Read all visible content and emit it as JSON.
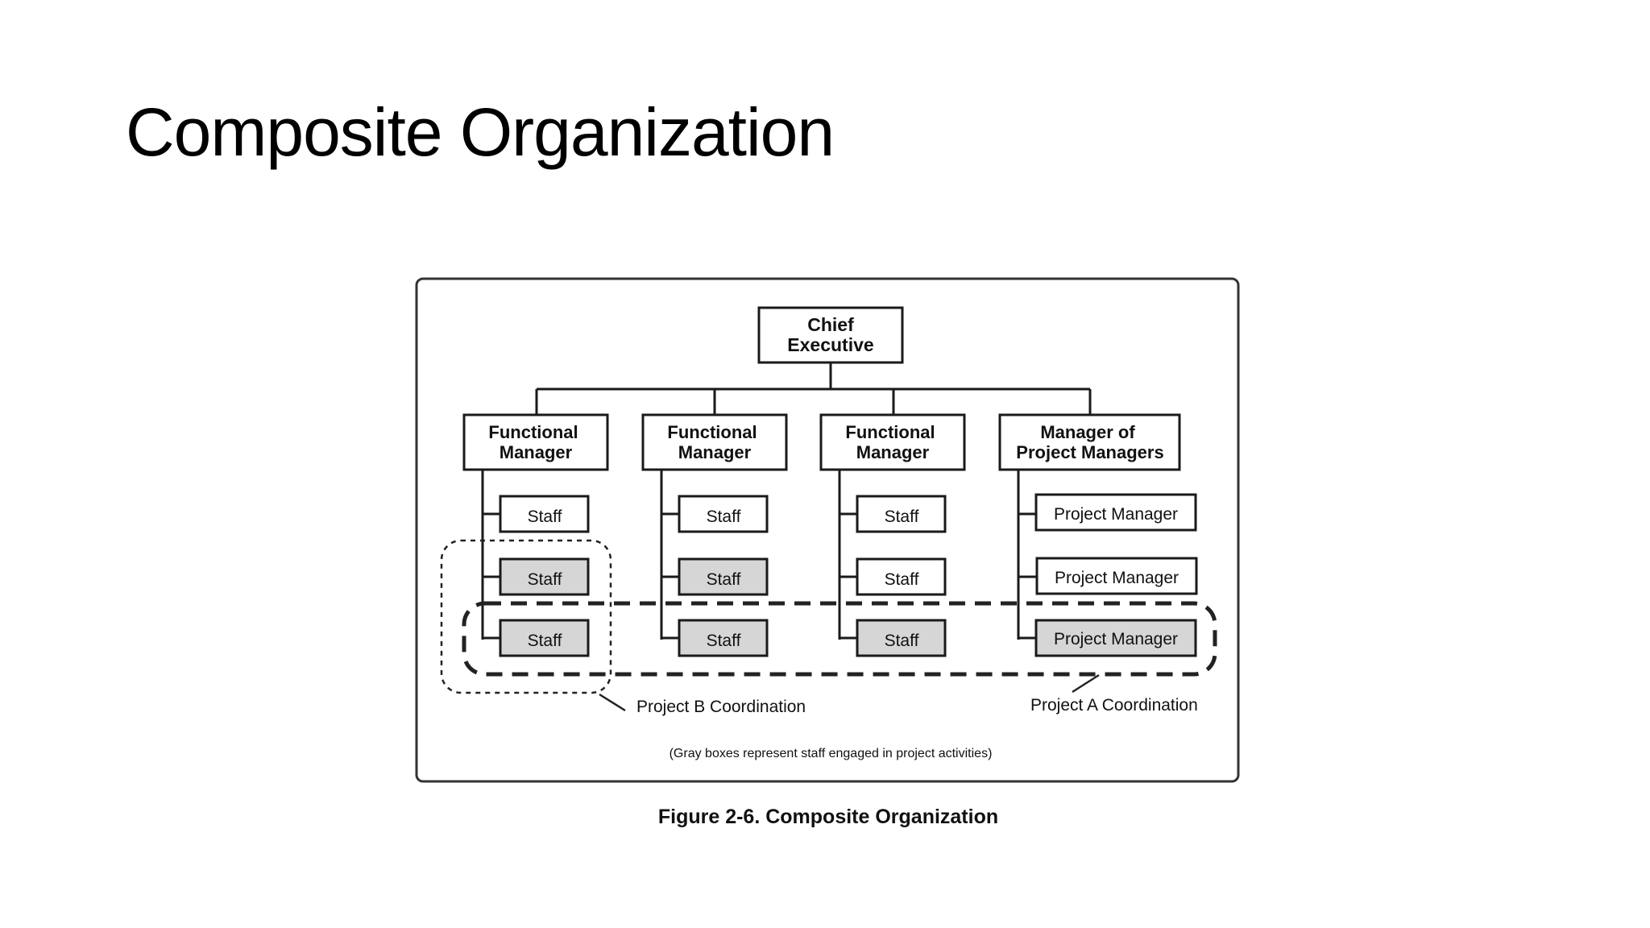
{
  "slide": {
    "title": "Composite Organization"
  },
  "diagram": {
    "chief": [
      "Chief",
      "Executive"
    ],
    "managers": [
      [
        "Functional",
        "Manager"
      ],
      [
        "Functional",
        "Manager"
      ],
      [
        "Functional",
        "Manager"
      ],
      [
        "Manager of",
        "Project Managers"
      ]
    ],
    "staff_label": "Staff",
    "pm_label": "Project Manager",
    "project_b_label": "Project B Coordination",
    "project_a_label": "Project A Coordination",
    "legend_note": "(Gray boxes represent staff engaged in project activities)",
    "figure_caption": "Figure 2-6. Composite Organization",
    "colors": {
      "gray_box": "#d6d6d6",
      "white_box": "#ffffff",
      "line": "#1a1a1a",
      "frame": "#333333"
    }
  }
}
